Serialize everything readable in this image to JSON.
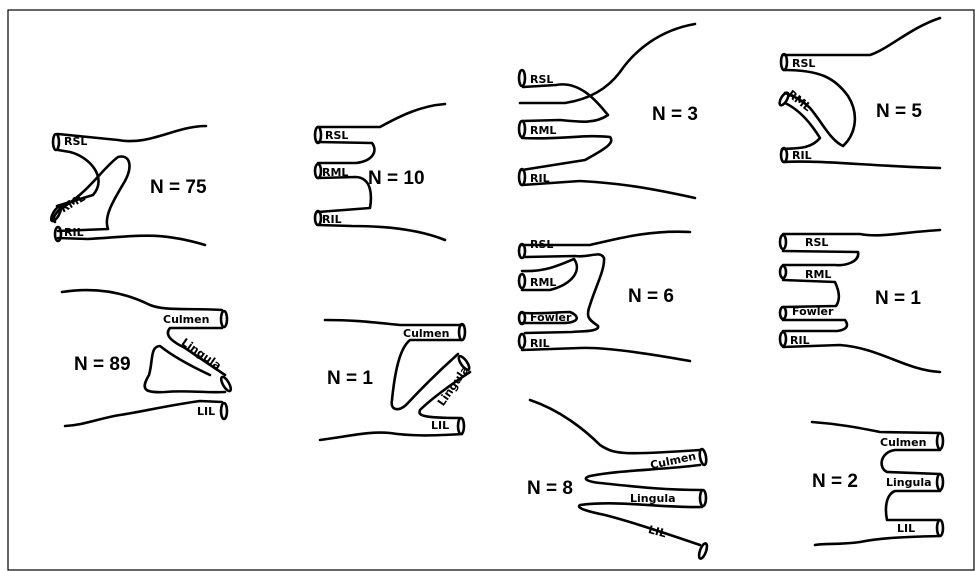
{
  "figure": {
    "panels": [
      {
        "count": "N = 75",
        "branches": [
          "RSL",
          "RML",
          "RIL"
        ]
      },
      {
        "count": "N = 10",
        "branches": [
          "RSL",
          "RML",
          "RIL"
        ]
      },
      {
        "count": "N = 3",
        "branches": [
          "RSL",
          "RML",
          "RIL"
        ]
      },
      {
        "count": "N = 5",
        "branches": [
          "RSL",
          "RML",
          "RIL"
        ]
      },
      {
        "count": "N = 6",
        "branches": [
          "RSL",
          "RML",
          "Fowler",
          "RIL"
        ]
      },
      {
        "count": "N = 1",
        "branches": [
          "RSL",
          "RML",
          "Fowler",
          "RIL"
        ]
      },
      {
        "count": "N = 89",
        "branches": [
          "Culmen",
          "Lingula",
          "LIL"
        ]
      },
      {
        "count": "N = 1",
        "branches": [
          "Culmen",
          "Lingula",
          "LIL"
        ]
      },
      {
        "count": "N = 8",
        "branches": [
          "Culmen",
          "Lingula",
          "LIL"
        ]
      },
      {
        "count": "N = 2",
        "branches": [
          "Culmen",
          "Lingula",
          "LIL"
        ]
      }
    ]
  }
}
